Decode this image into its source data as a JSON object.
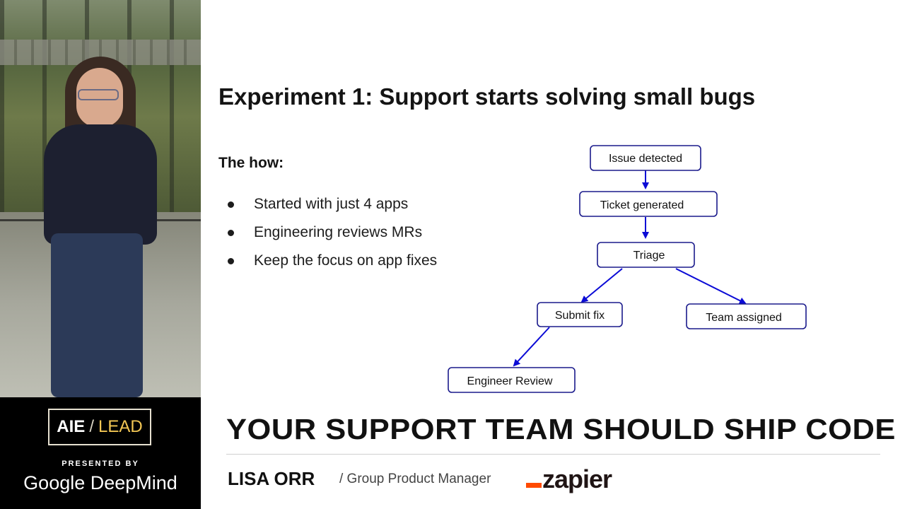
{
  "slide": {
    "title": "Experiment 1: Support starts solving small bugs",
    "how_heading": "The how:",
    "bullets": [
      "Started with just 4 apps",
      "Engineering reviews MRs",
      "Keep the focus on app fixes"
    ]
  },
  "flowchart": {
    "nodes": [
      "Issue detected",
      "Ticket generated",
      "Triage",
      "Submit fix",
      "Team assigned",
      "Engineer Review"
    ],
    "edge_color": "#0b0bd6"
  },
  "lower_third": {
    "event_logo": {
      "part_a": "AIE",
      "slash": "/",
      "part_b": "LEAD"
    },
    "presented_by": "PRESENTED BY",
    "sponsor": "Google DeepMind",
    "talk_title": "YOUR SUPPORT TEAM SHOULD SHIP CODE",
    "speaker_name": "LISA ORR",
    "speaker_role": "/ Group Product Manager",
    "company_logo": "zapier",
    "accent_color": "#ff4a00"
  }
}
